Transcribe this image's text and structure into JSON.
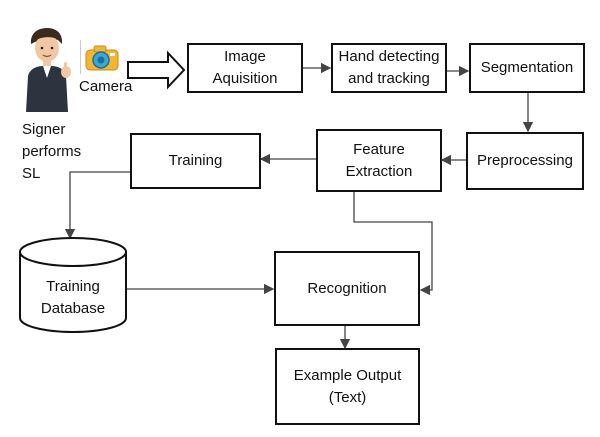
{
  "diagram": {
    "actor": {
      "label": "Signer\nperforms\nSL",
      "icon": "person-icon"
    },
    "camera": {
      "label": "Camera",
      "icon": "camera-icon"
    },
    "nodes": {
      "image_aquisition": "Image\nAquisition",
      "hand_detecting": "Hand detecting\nand tracking",
      "segmentation": "Segmentation",
      "preprocessing": "Preprocessing",
      "feature_extraction": "Feature\nExtraction",
      "training": "Training",
      "training_database": "Training\nDatabase",
      "recognition": "Recognition",
      "example_output": "Example Output\n(Text)"
    }
  }
}
